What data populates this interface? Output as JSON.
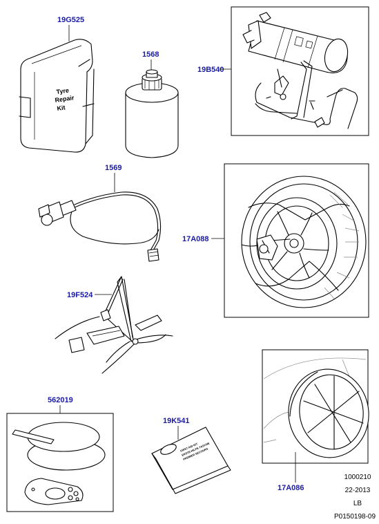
{
  "parts": [
    {
      "part_no": "19G525",
      "box_text": [
        "Tyre",
        "Repair",
        "Kit"
      ]
    },
    {
      "part_no": "1568"
    },
    {
      "part_no": "19B540"
    },
    {
      "part_no": "1569"
    },
    {
      "part_no": "17A088"
    },
    {
      "part_no": "19F524"
    },
    {
      "part_no": "562019"
    },
    {
      "part_no": "19K541",
      "box_text": [
        "FIRST AID KIT",
        "ERSTE-HILFE-TASCHE",
        "PREMIER SECOURS"
      ]
    },
    {
      "part_no": "17A086"
    }
  ],
  "footer": {
    "line1": "1000210",
    "line2": "22-2013",
    "line3": "LB",
    "line4": "P0150198-09"
  }
}
